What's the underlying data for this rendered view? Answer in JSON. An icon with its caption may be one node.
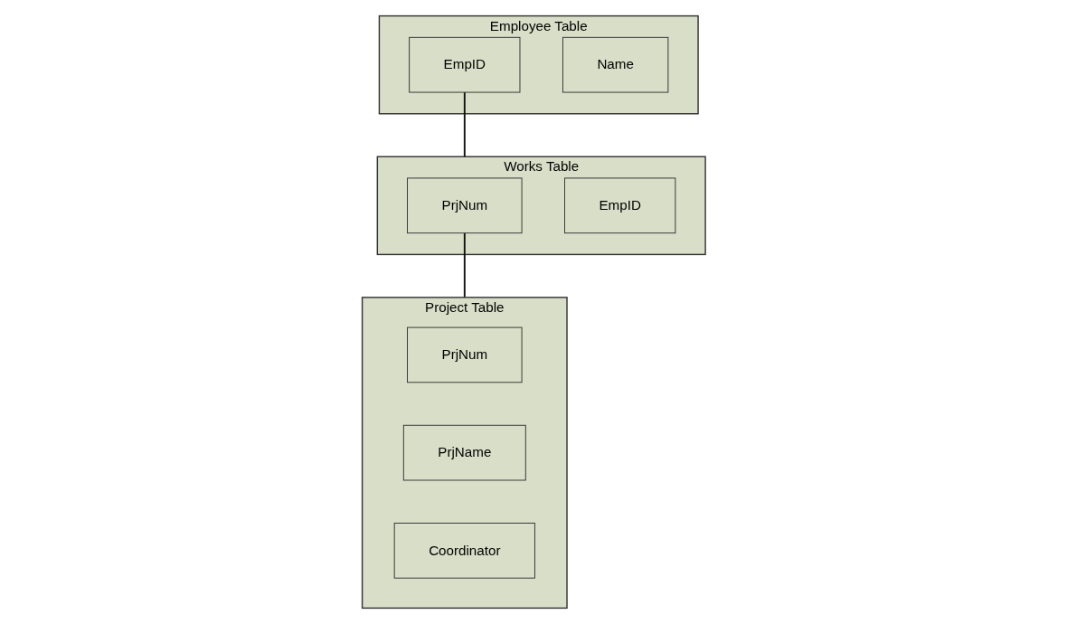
{
  "diagram": {
    "nodes": [
      {
        "text": [
          "Employee Table"
        ]
      },
      {
        "text": [
          "EmpID"
        ],
        "in": 0
      },
      {
        "text": [
          "Name"
        ],
        "in": 0
      },
      {
        "text": [
          "Works Table"
        ]
      },
      {
        "text": [
          "PrjNum"
        ],
        "in": 3
      },
      {
        "text": [
          "EmpID"
        ],
        "in": 3
      },
      {
        "text": [
          "Project Table"
        ]
      },
      {
        "text": [
          "PrjNum"
        ],
        "in": 6
      },
      {
        "text": [
          "PrjName"
        ],
        "in": 6
      },
      {
        "text": [
          "Coordinator"
        ],
        "in": 6
      }
    ],
    "edges": [
      {
        "from": 1,
        "to": 3,
        "arrow": "none"
      },
      {
        "from": 4,
        "to": 6,
        "arrow": "none"
      }
    ]
  }
}
